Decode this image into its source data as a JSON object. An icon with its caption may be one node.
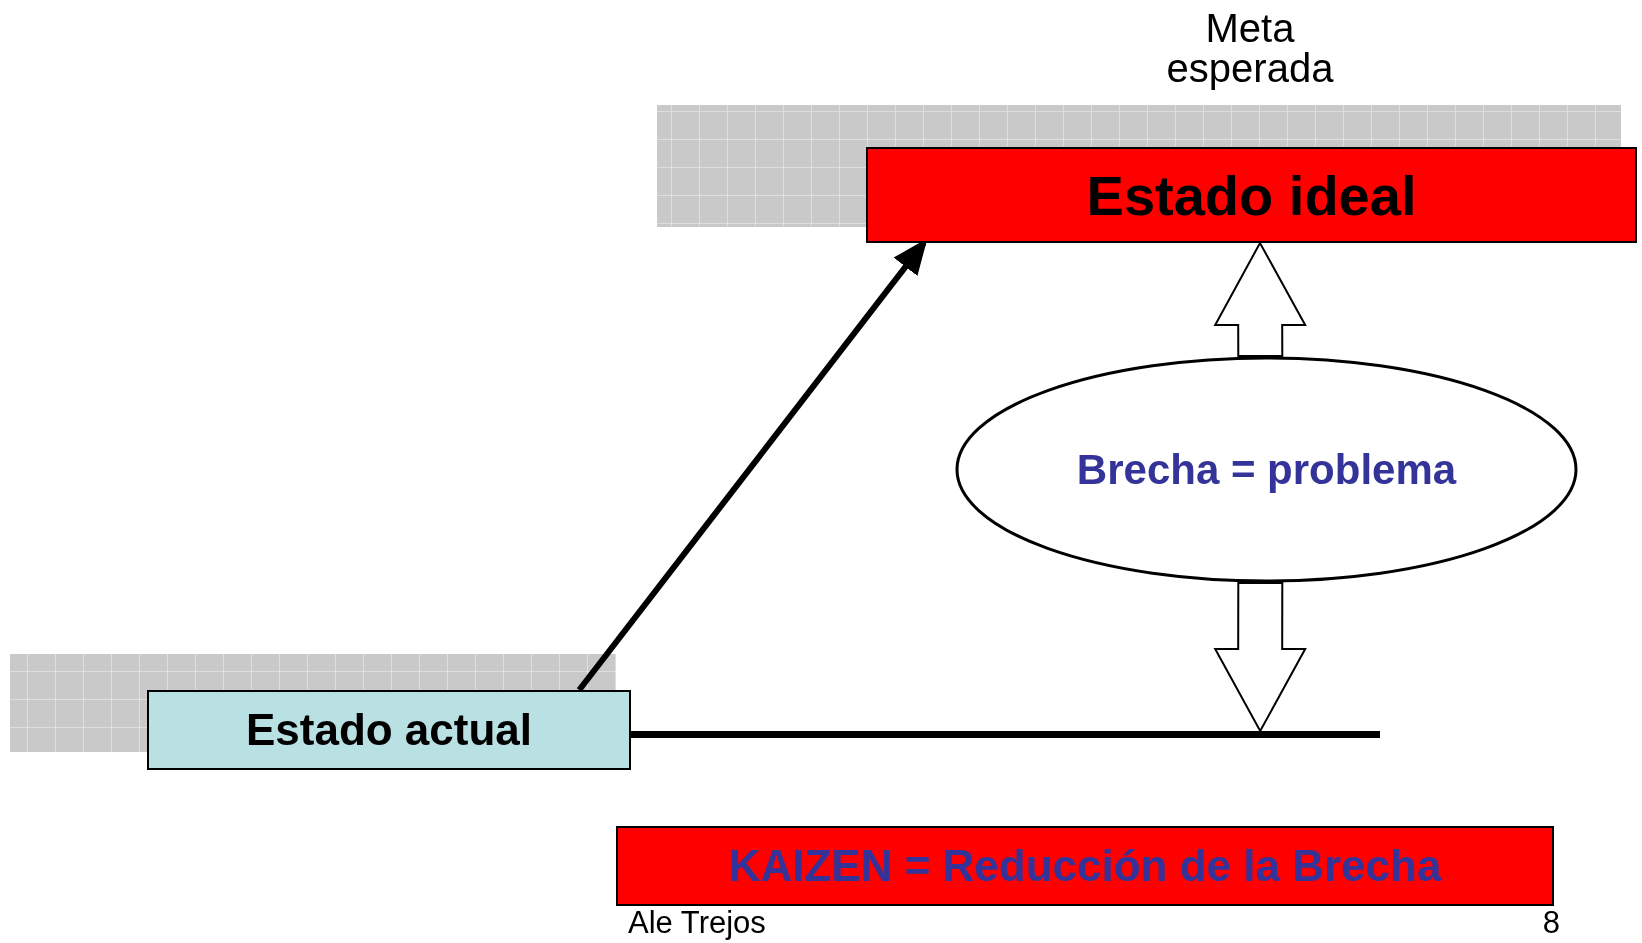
{
  "diagram": {
    "nodes": [
      {
        "text": [
          "Estado ideal"
        ]
      },
      {
        "text": [
          "Brecha = problema"
        ]
      },
      {
        "text": [
          "Estado actual"
        ]
      },
      {
        "text": [],
        "shape": "bar"
      },
      {
        "text": [
          "KAIZEN = Reducción de la Brecha"
        ]
      }
    ],
    "edges": [
      {
        "from": 2,
        "to": 0,
        "arrow": "to"
      },
      {
        "from": 1,
        "to": 0,
        "arrow": "to"
      },
      {
        "from": 1,
        "to": 3,
        "arrow": "to"
      }
    ],
    "labels": [
      "Meta esperada",
      "Ale Trejos",
      "8"
    ]
  }
}
